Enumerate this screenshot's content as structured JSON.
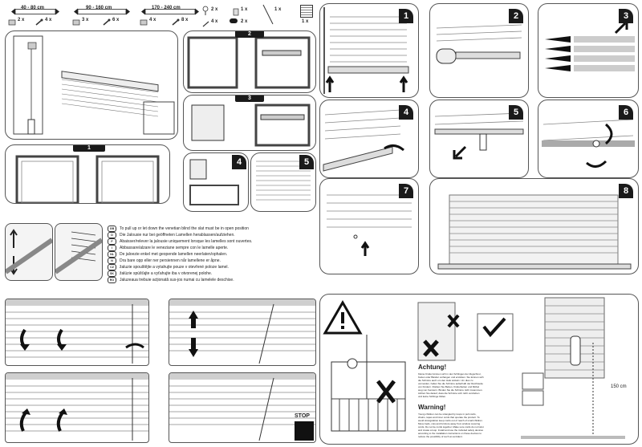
{
  "header": {
    "size_ranges": [
      "40 - 80 cm",
      "90 - 160 cm",
      "170 - 240 cm"
    ],
    "bracket_counts": [
      "2 x",
      "4 x",
      "3 x",
      "6 x",
      "4 x",
      "8 x"
    ],
    "part_counts": [
      "2 x",
      "4 x",
      "1 x",
      "2 x",
      "1 x",
      "1 x"
    ]
  },
  "left_steps": [
    "1",
    "2",
    "3",
    "4",
    "5"
  ],
  "right_steps": [
    "1",
    "2",
    "3",
    "4",
    "5",
    "6",
    "7",
    "8"
  ],
  "instructions": [
    {
      "code": "GB",
      "text": "To pull up or let down the venetian blind the slat must be in open position"
    },
    {
      "code": "D",
      "text": "Die Jalousie nur bei geöffneten Lamellen herablassen/aufziehen."
    },
    {
      "code": "F",
      "text": "Abaisser/relever la jalousie uniquement lorsque les lamelles sont ouvertes."
    },
    {
      "code": "I",
      "text": "Abbassare/alzare le veneziane sempre con le lamelle aperte."
    },
    {
      "code": "NL",
      "text": "De jaloezie enkel met geopende lamellen neerlaten/ophalen."
    },
    {
      "code": "N",
      "text": "Dra bare opp eller ner persiennen når lamellene er åpne."
    },
    {
      "code": "CZ",
      "text": "žaluzie spouštějte a vytahujte pouze v otevřené poloze lamel."
    },
    {
      "code": "SK",
      "text": "žalúzie spúšťajte a vyťahujte iba v otvorenej polohe."
    },
    {
      "code": "RO",
      "text": "Jaluzeaua trebuie acționată sus-jos numai cu lamelele deschise."
    }
  ],
  "stop_label": "STOP",
  "warning": {
    "title_de": "Achtung!",
    "body_de": "Kleine Kinder können sich in den Schlingen der Zugschnur, Ketten oder Bänder verfangen und ersticken. Sie können sich die Schnüre auch um den Hals wickeln. Um dies zu vermeiden, halten Sie die Schnüre außerhalb der Reichweite von Kindern. Rücken Sie Betten, Kinderbetten und Möbel weg von Fenstern. Binden Sie die Schnüre nicht zusammen. Achten Sie darauf, dass die Schnüre sich nicht verdrehen und keine Schlinge bilden.",
    "title_en": "Warning!",
    "body_en": "Young children can be strangled by loops in pull cords, chains, tapes and inner cords that operate the product. To avoid strangulation keep cords out of reach of small children. Move beds, cots and furniture away from window covering cords. Do not tie cords together. Make sure cords do not twist and create a loop. Install and use the included safety devices according to the installation instructions on these devices to reduce the possibility of such an accident.",
    "height_label": "150 cm"
  },
  "icons": [
    "wall-bracket-icon",
    "screw-icon",
    "wand-icon",
    "safety-tensioner-icon",
    "blind-icon"
  ]
}
